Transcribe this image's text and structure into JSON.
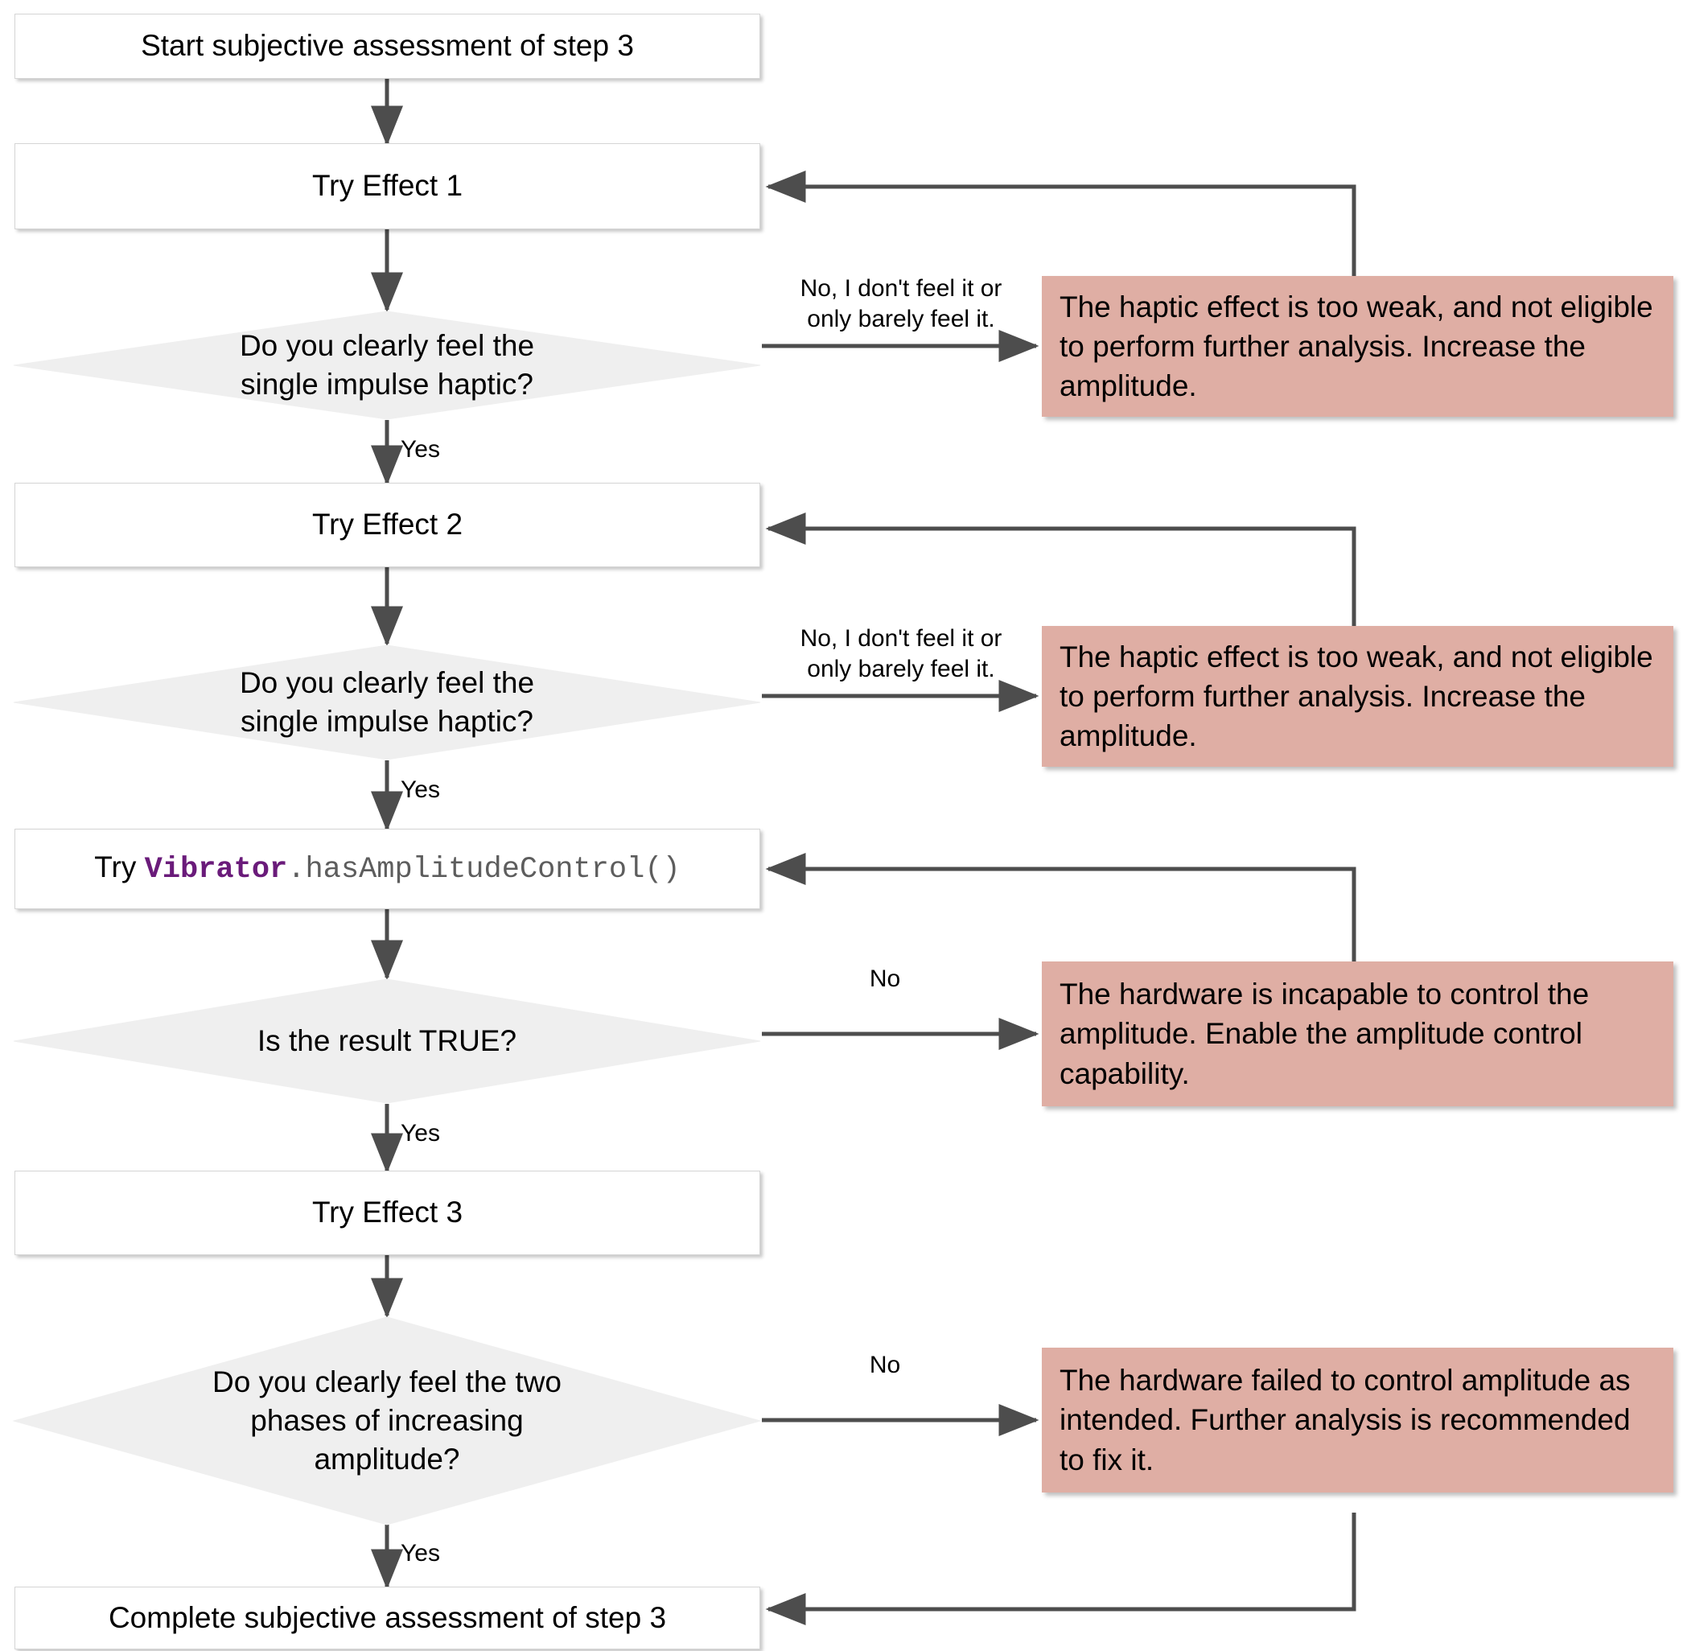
{
  "diagram": {
    "title": "Subjective assessment of step 3 flowchart",
    "colors": {
      "process_fill": "#FFFFFF",
      "process_border": "#D5D5D5",
      "decision_fill": "#EFEFEF",
      "note_fill": "#DFAEA4",
      "connector": "#4D4D4D",
      "code_class": "#6A1B7A",
      "code_method": "#5D5D5D"
    }
  },
  "nodes": {
    "start": {
      "label": "Start subjective assessment of step 3"
    },
    "try_effect_1": {
      "label": "Try Effect 1"
    },
    "decision_1": {
      "label": "Do you clearly feel the\nsingle impulse haptic?"
    },
    "try_effect_2": {
      "label": "Try Effect 2"
    },
    "decision_2": {
      "label": "Do you clearly feel the\nsingle impulse haptic?"
    },
    "try_has_amplitude_control": {
      "prefix": "Try ",
      "class_name": "Vibrator",
      "method": ".hasAmplitudeControl()"
    },
    "decision_3": {
      "label": "Is the result TRUE?"
    },
    "try_effect_3": {
      "label": "Try Effect 3"
    },
    "decision_4": {
      "label": "Do you clearly feel the two\nphases of increasing\namplitude?"
    },
    "complete": {
      "label": "Complete subjective assessment of step 3"
    }
  },
  "notes": {
    "note_1": {
      "text": "The haptic effect is too weak, and not eligible to perform further analysis. Increase the amplitude."
    },
    "note_2": {
      "text": "The haptic effect is too weak, and not eligible to perform further analysis. Increase the amplitude."
    },
    "note_3": {
      "text": "The hardware is incapable to control the amplitude. Enable the amplitude control capability."
    },
    "note_4": {
      "text": "The hardware failed to control amplitude as intended. Further analysis is recommended to fix it."
    }
  },
  "edge_labels": {
    "no_barely_1": "No, I don't feel it or\nonly barely feel it.",
    "yes_1": "Yes",
    "no_barely_2": "No, I don't feel it or\nonly barely feel it.",
    "yes_2": "Yes",
    "no_3": "No",
    "yes_3": "Yes",
    "no_4": "No",
    "yes_4": "Yes"
  }
}
